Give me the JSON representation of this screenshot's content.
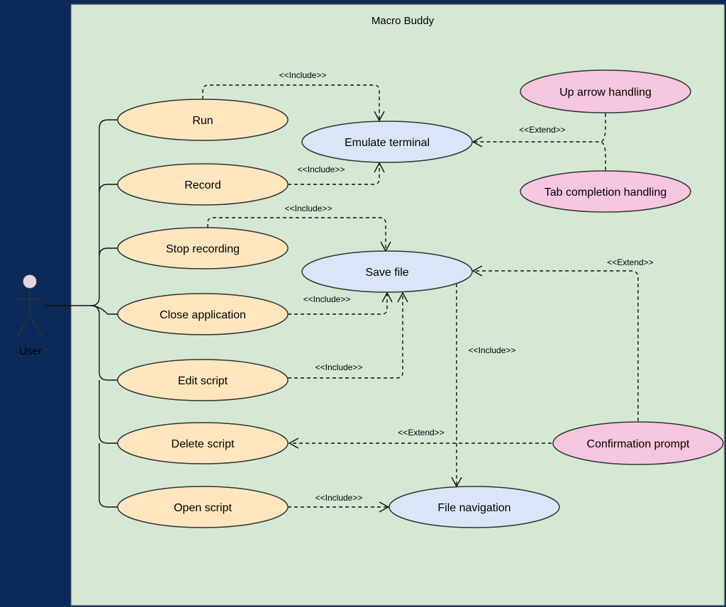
{
  "diagram": {
    "system_title": "Macro Buddy",
    "actor": {
      "label": "User"
    },
    "use_cases": {
      "run": "Run",
      "record": "Record",
      "stop_recording": "Stop recording",
      "close_application": "Close application",
      "edit_script": "Edit script",
      "delete_script": "Delete script",
      "open_script": "Open script",
      "emulate_terminal": "Emulate terminal",
      "save_file": "Save file",
      "file_navigation": "File navigation",
      "up_arrow_handling": "Up arrow handling",
      "tab_completion_handling": "Tab completion handling",
      "confirmation_prompt": "Confirmation prompt"
    },
    "relations": {
      "include": "<<Include>>",
      "extend": "<<Extend>>"
    },
    "colors": {
      "page_background": "#0b2a57",
      "system_background": "#d5e8d4",
      "primary_use_case": "#ffe6bf",
      "core_use_case": "#dae6f7",
      "extension_use_case": "#f7c6df",
      "actor_head": "#e1d5e7"
    }
  }
}
